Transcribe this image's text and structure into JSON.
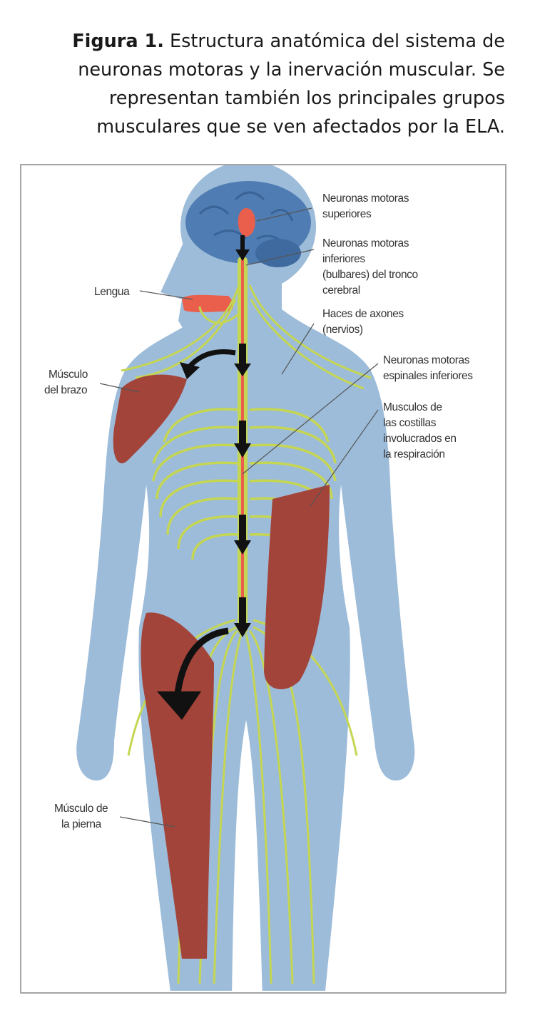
{
  "caption": {
    "label": "Figura 1.",
    "text": "Estructura anatómica del sistema de neuronas motoras y la inervación muscular. Se representan también los principales grupos musculares que se ven afectados por la ELA."
  },
  "figure": {
    "labels": {
      "upper_motor": [
        "Neuronas motoras",
        "superiores"
      ],
      "bulbar": [
        "Neuronas motoras",
        "inferiores",
        "(bulbares) del tronco",
        "cerebral"
      ],
      "axons": [
        "Haces de axones",
        "(nervios)"
      ],
      "spinal": [
        "Neuronas motoras",
        "espinales inferiores"
      ],
      "ribs": [
        "Musculos de",
        "las costillas",
        "involucrados en",
        "la respiración"
      ],
      "tongue": [
        "Lengua"
      ],
      "arm": [
        "Músculo",
        "del brazo"
      ],
      "leg": [
        "Músculo de",
        "la pierna"
      ]
    },
    "colors": {
      "body": "#9dbcd9",
      "brain": "#4f7db3",
      "nerve": "#c5d652",
      "neuron": "#ea5f4c",
      "muscle": "#a3443a",
      "arrow": "#111111"
    }
  }
}
